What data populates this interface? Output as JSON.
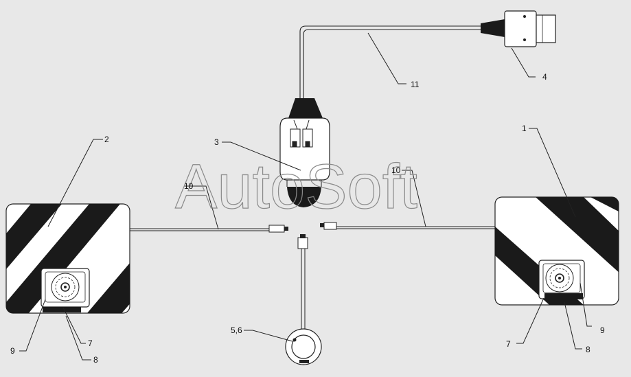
{
  "watermark": "AutoSoft",
  "callouts": {
    "c1": "1",
    "c2": "2",
    "c3": "3",
    "c4": "4",
    "c56": "5,6",
    "c7_left": "7",
    "c7_right": "7",
    "c8_left": "8",
    "c8_right": "8",
    "c9_left": "9",
    "c9_right": "9",
    "c10_left": "10",
    "c10_right": "10",
    "c11": "11"
  },
  "colors": {
    "background": "#e8e8e8",
    "panel": "#ffffff",
    "stripe": "#1a1a1a",
    "line": "#222222"
  }
}
